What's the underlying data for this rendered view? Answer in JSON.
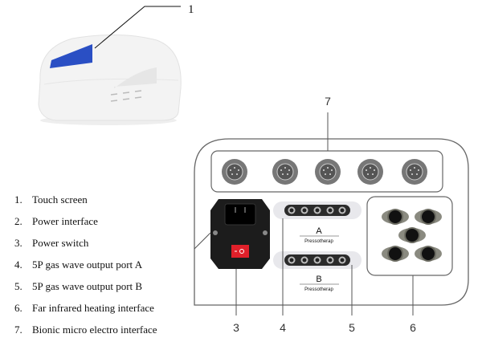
{
  "callouts": {
    "c1": "1",
    "c3": "3",
    "c4": "4",
    "c5": "5",
    "c6": "6",
    "c7": "7"
  },
  "panel": {
    "port_a_label": "A",
    "port_a_sub": "Pressotherap",
    "port_b_label": "B",
    "port_b_sub": "Pressotherap"
  },
  "legend": [
    {
      "num": "1.",
      "text": "Touch screen"
    },
    {
      "num": "2.",
      "text": "Power interface"
    },
    {
      "num": "3.",
      "text": "Power switch"
    },
    {
      "num": "4.",
      "text": "5P gas wave output port A"
    },
    {
      "num": "5.",
      "text": "5P gas wave output port B"
    },
    {
      "num": "6.",
      "text": "Far infrared heating interface"
    },
    {
      "num": "7.",
      "text": "Bionic micro electro interface"
    }
  ],
  "colors": {
    "screen": "#2a4fc4",
    "switch": "#e0202a",
    "line": "#555555"
  }
}
